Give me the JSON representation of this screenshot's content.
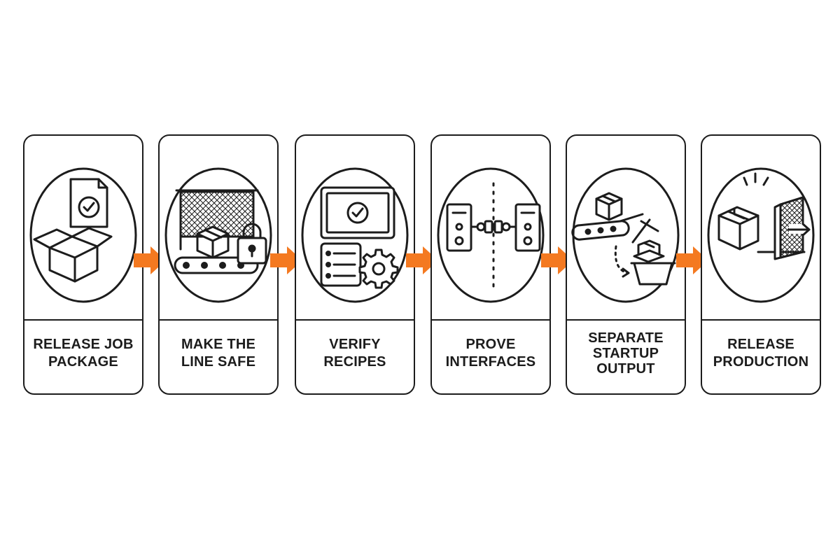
{
  "accent_color": "#F47920",
  "line_color": "#1C1C1C",
  "steps": [
    {
      "lines": [
        "RELEASE JOB",
        "PACKAGE"
      ],
      "icon": "document-check-open-box-icon"
    },
    {
      "lines": [
        "MAKE THE",
        "LINE SAFE"
      ],
      "icon": "fence-conveyor-padlock-icon"
    },
    {
      "lines": [
        "VERIFY",
        "RECIPES"
      ],
      "icon": "monitor-checklist-gear-icon"
    },
    {
      "lines": [
        "PROVE",
        "INTERFACES"
      ],
      "icon": "connected-modules-plug-icon"
    },
    {
      "lines": [
        "SEPARATE",
        "STARTUP",
        "OUTPUT"
      ],
      "icon": "conveyor-diverter-bin-icon"
    },
    {
      "lines": [
        "RELEASE",
        "PRODUCTION"
      ],
      "icon": "box-exit-gate-icon"
    }
  ]
}
